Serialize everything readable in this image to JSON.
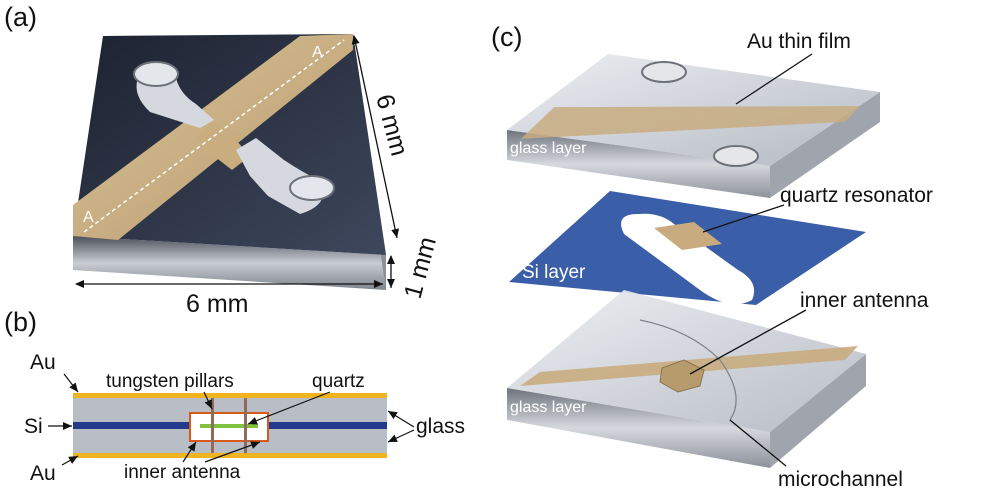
{
  "panels": {
    "a": {
      "label": "(a)",
      "section_mark_top": "A",
      "section_mark_bottom": "A",
      "dim_width": "6 mm",
      "dim_depth": "6 mm",
      "dim_height": "1 mm"
    },
    "b": {
      "label": "(b)",
      "labels": {
        "au_top": "Au",
        "si": "Si",
        "au_bottom": "Au",
        "tungsten_pillars": "tungsten pillars",
        "quartz": "quartz",
        "glass": "glass",
        "inner_antenna": "inner antenna"
      }
    },
    "c": {
      "label": "(c)",
      "labels": {
        "au_thin_film": "Au thin film",
        "glass_layer_top": "glass layer",
        "quartz_resonator": "quartz resonator",
        "si_layer": "Si layer",
        "inner_antenna": "inner antenna",
        "glass_layer_bottom": "glass layer",
        "microchannel": "microchannel"
      }
    }
  },
  "colors": {
    "gold": "#c8ac80",
    "gold_cross_section": "#f0b41e",
    "si_blue": "#243a8c",
    "dark_chip": "#2a3347",
    "glass_grey": "#b9bec6",
    "si_layer_blue": "#3a5ea8"
  }
}
